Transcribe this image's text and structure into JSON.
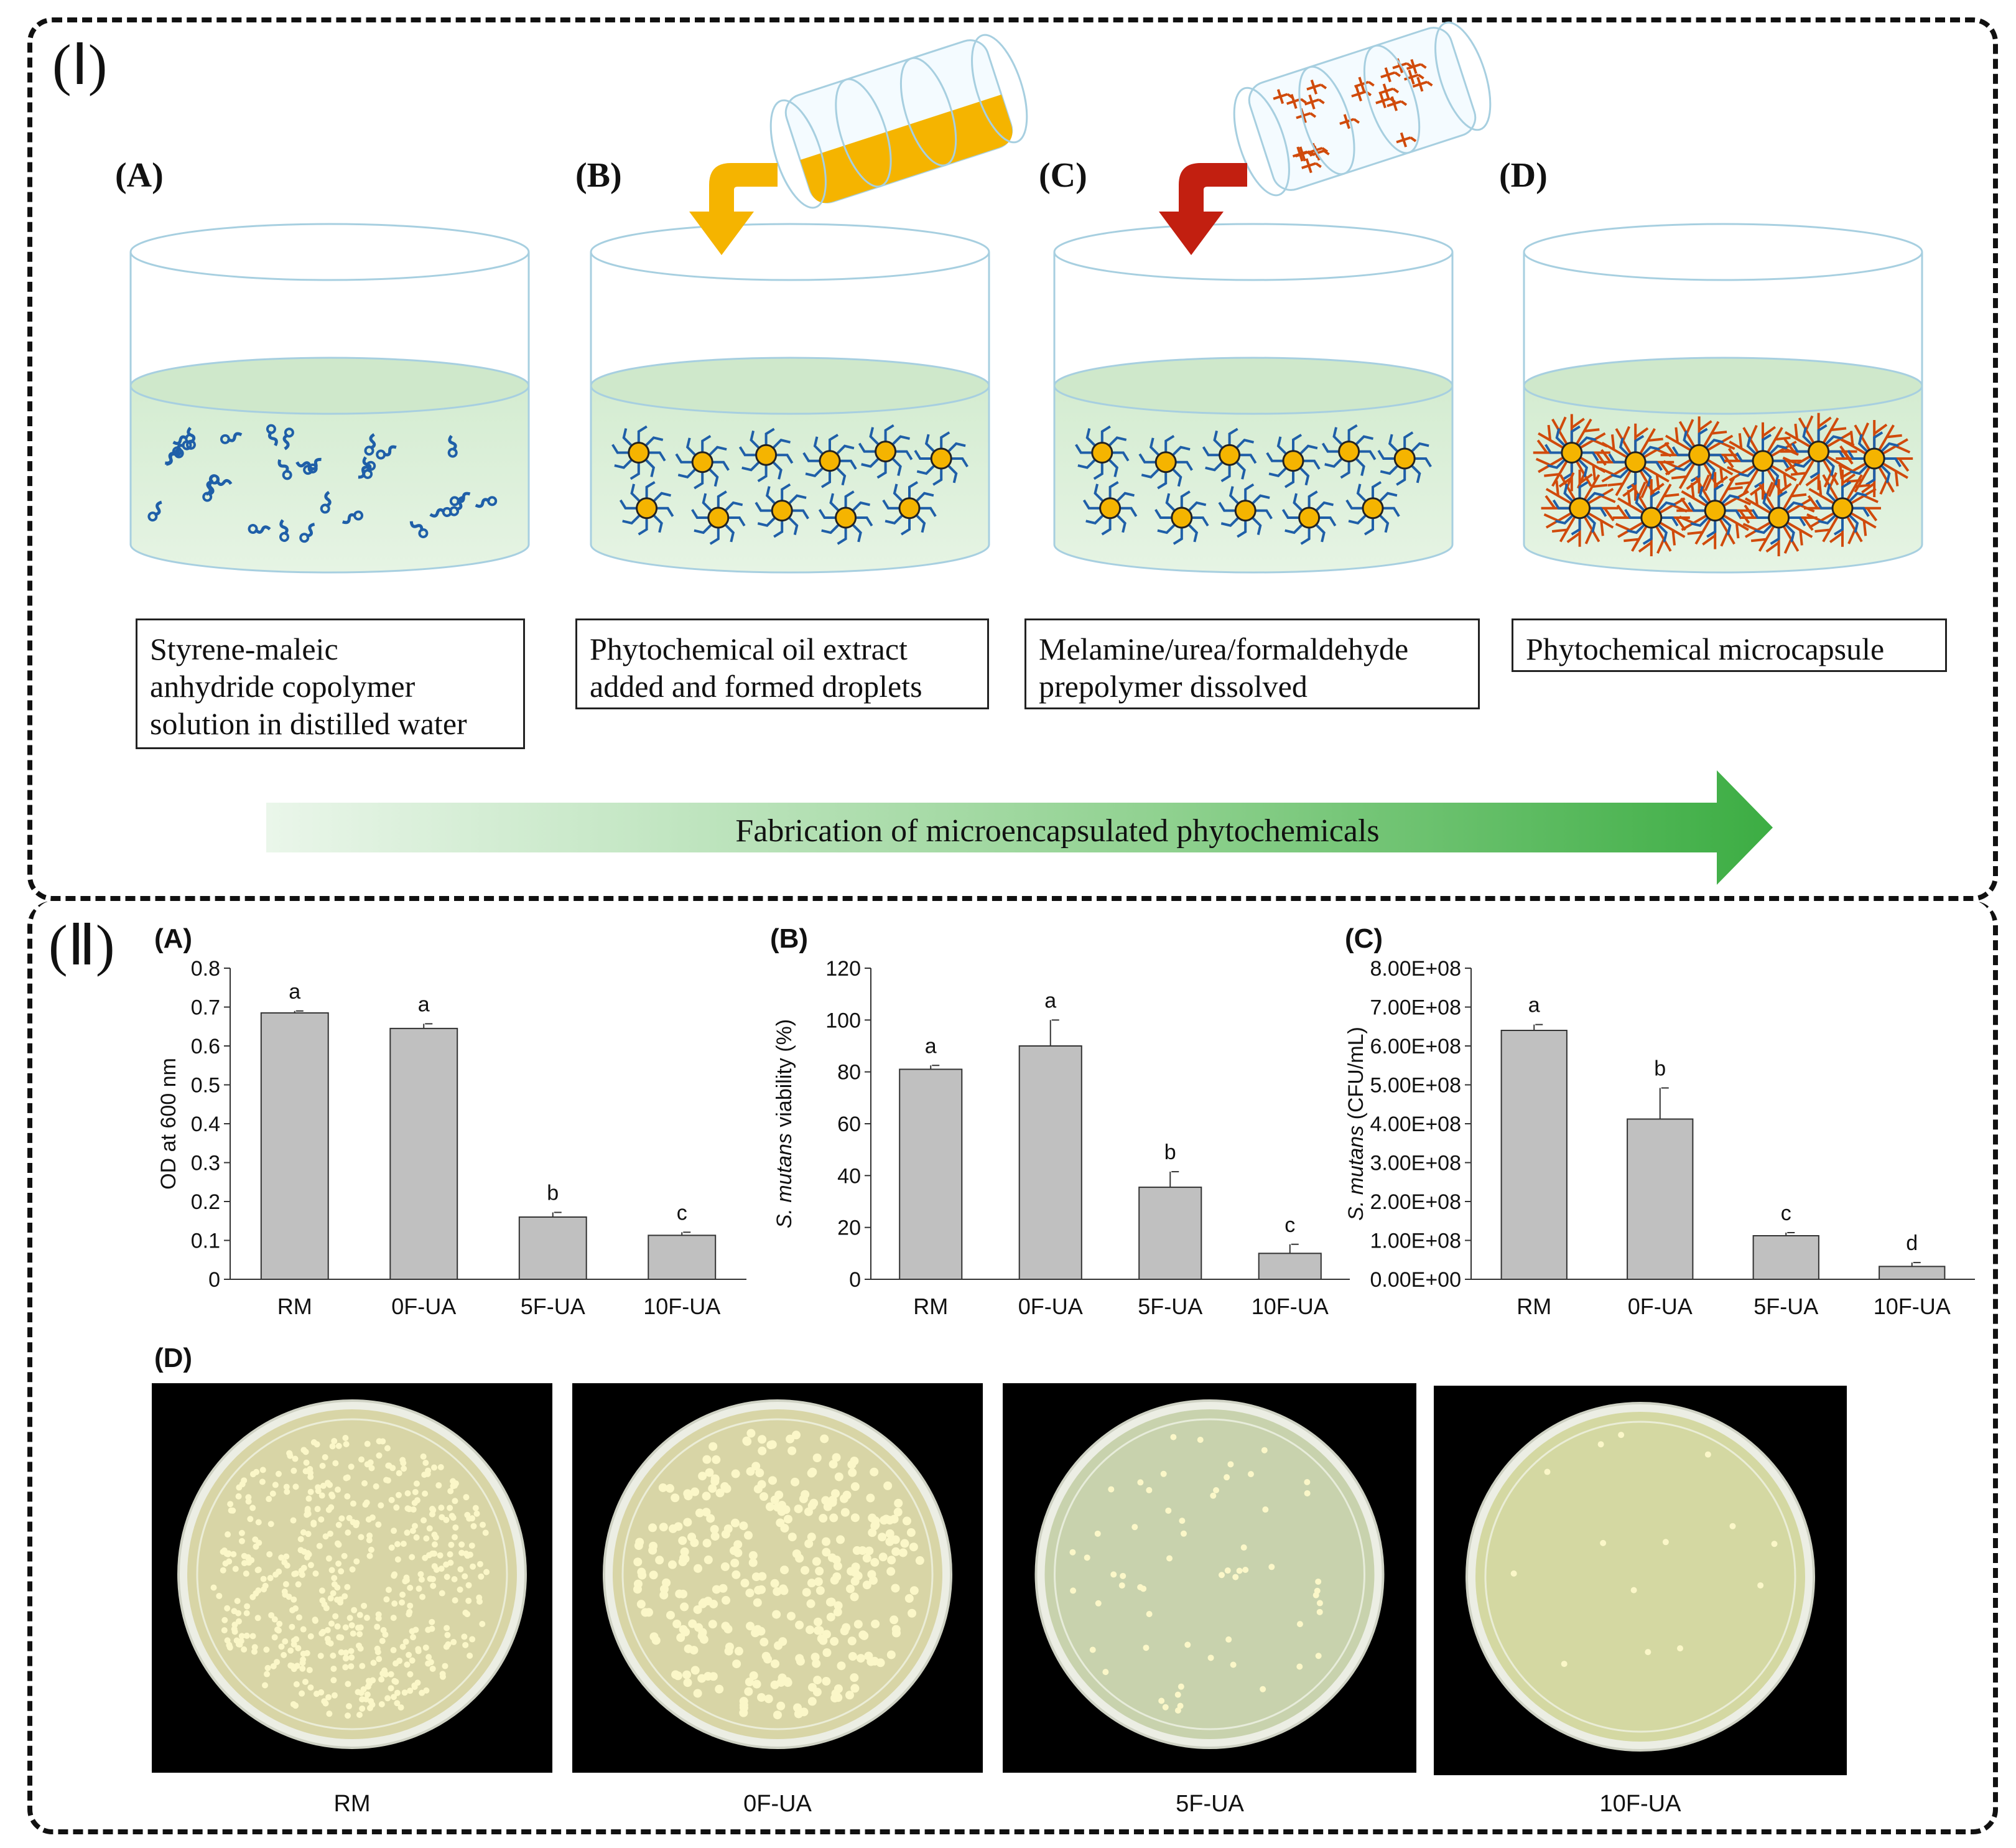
{
  "part1": {
    "roman": "(Ⅰ)",
    "steps": [
      {
        "letter": "(A)",
        "caption": "Styrene-maleic\nanhydride copolymer\nsolution in distilled water"
      },
      {
        "letter": "(B)",
        "caption": "Phytochemical oil extract\nadded and formed droplets"
      },
      {
        "letter": "(C)",
        "caption": "Melamine/urea/formaldehyde\nprepolymer dissolved"
      },
      {
        "letter": "(D)",
        "caption": "Phytochemical microcapsule"
      }
    ],
    "arrow_text": "Fabrication of microencapsulated phytochemicals",
    "colors": {
      "liquid": "#d9efd7",
      "copolymer": "#1f5fa8",
      "oil": "#f5b400",
      "prepolymer": "#d04a0b",
      "arrow_red": "#c21f10",
      "arrow_green": "#3cad43"
    }
  },
  "part2": {
    "roman": "(Ⅱ)",
    "plates_letter": "(D)",
    "plates": [
      {
        "label": "RM",
        "colonies": "many"
      },
      {
        "label": "0F-UA",
        "colonies": "many"
      },
      {
        "label": "5F-UA",
        "colonies": "few"
      },
      {
        "label": "10F-UA",
        "colonies": "very few"
      }
    ]
  },
  "chart_data": [
    {
      "letter": "(A)",
      "type": "bar",
      "categories": [
        "RM",
        "0F-UA",
        "5F-UA",
        "10F-UA"
      ],
      "values": [
        0.685,
        0.645,
        0.16,
        0.113
      ],
      "errors": [
        0.005,
        0.012,
        0.012,
        0.008
      ],
      "sig_letters": [
        "a",
        "a",
        "b",
        "c"
      ],
      "ylabel": "OD at 600 nm",
      "ylabel_italic": "",
      "ylim": [
        0,
        0.8
      ],
      "yticks": [
        "0",
        "0.1",
        "0.2",
        "0.3",
        "0.4",
        "0.5",
        "0.6",
        "0.7",
        "0.8"
      ],
      "bar_color": "#c0c0c0"
    },
    {
      "letter": "(B)",
      "type": "bar",
      "categories": [
        "RM",
        "0F-UA",
        "5F-UA",
        "10F-UA"
      ],
      "values": [
        81,
        90,
        35.5,
        10
      ],
      "errors": [
        1.5,
        10,
        6,
        3.5
      ],
      "sig_letters": [
        "a",
        "a",
        "b",
        "c"
      ],
      "ylabel": " viability (%)",
      "ylabel_italic": "S. mutans",
      "ylim": [
        0,
        120
      ],
      "yticks": [
        "0",
        "20",
        "40",
        "60",
        "80",
        "100",
        "120"
      ],
      "bar_color": "#c0c0c0"
    },
    {
      "letter": "(C)",
      "type": "bar",
      "categories": [
        "RM",
        "0F-UA",
        "5F-UA",
        "10F-UA"
      ],
      "values": [
        640000000,
        412000000,
        112000000,
        33000000
      ],
      "errors": [
        15000000,
        80000000,
        8000000,
        10000000
      ],
      "sig_letters": [
        "a",
        "b",
        "c",
        "d"
      ],
      "ylabel": " (CFU/mL)",
      "ylabel_italic": "S. mutans",
      "ylim": [
        0,
        800000000
      ],
      "yticks": [
        "0.00E+00",
        "1.00E+08",
        "2.00E+08",
        "3.00E+08",
        "4.00E+08",
        "5.00E+08",
        "6.00E+08",
        "7.00E+08",
        "8.00E+08"
      ],
      "bar_color": "#c0c0c0"
    }
  ]
}
